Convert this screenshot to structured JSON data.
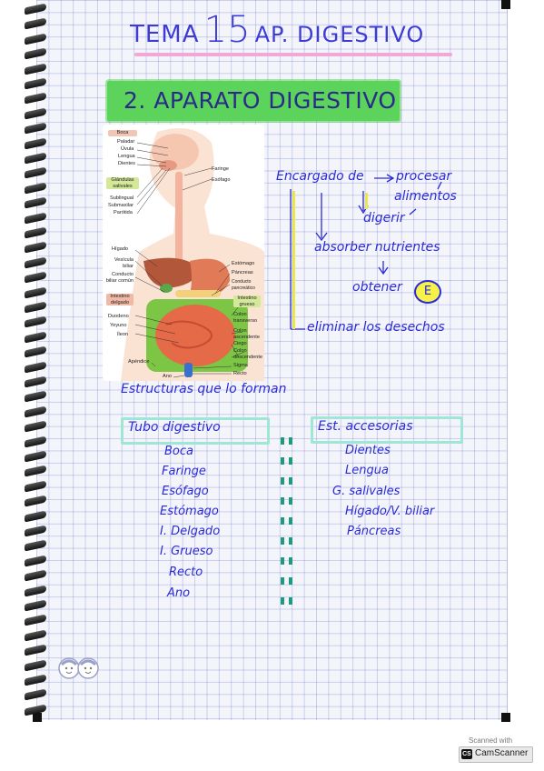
{
  "title": {
    "part1": "TEMA",
    "number": "15",
    "part2": "AP. DIGESTIVO"
  },
  "section": "2. APARATO DIGESTIVO",
  "figure": {
    "boca_header": "Boca",
    "boca": [
      "Paladar",
      "Úvula",
      "Lengua",
      "Dientes"
    ],
    "glandulas_header": "Glándulas salivales",
    "glandulas": [
      "Sublingual",
      "Submaxilar",
      "Parótida"
    ],
    "right_top": [
      "Faringe",
      "Esófago"
    ],
    "left_mid": [
      "Hígado",
      "Vesícula biliar",
      "Conducto biliar común"
    ],
    "intestino_delgado_header": "Intestino delgado",
    "intestino_delgado": [
      "Duodeno",
      "Yeyuno",
      "Íleon"
    ],
    "right_mid": [
      "Estómago",
      "Páncreas",
      "Conducto pancreático"
    ],
    "intestino_grueso_header": "Intestino grueso",
    "intestino_grueso": [
      "Colon transverso",
      "Colon ascendente",
      "Ciego",
      "Colon descendente",
      "Sigma",
      "Recto"
    ],
    "apendice": "Apéndice",
    "ano": "Ano"
  },
  "notes": {
    "encargado": "Encargado de",
    "procesar": "procesar",
    "alimentos": "alimentos",
    "digerir": "digerir",
    "absorber": "absorber nutrientes",
    "obtener": "obtener",
    "energy": "E",
    "eliminar": "eliminar los desechos"
  },
  "estructuras": "Estructuras que lo forman",
  "tubo": {
    "header": "Tubo digestivo",
    "items": [
      "Boca",
      "Faringe",
      "Esófago",
      "Estómago",
      "I. Delgado",
      "I. Grueso",
      "Recto",
      "Ano"
    ]
  },
  "accesorias": {
    "header": "Est. accesorias",
    "items": [
      "Dientes",
      "Lengua",
      "G. salivales",
      "Hígado/V. biliar",
      "Páncreas"
    ]
  },
  "watermark": {
    "scanned": "Scanned with",
    "app": "CamScanner",
    "icon": "CS"
  }
}
